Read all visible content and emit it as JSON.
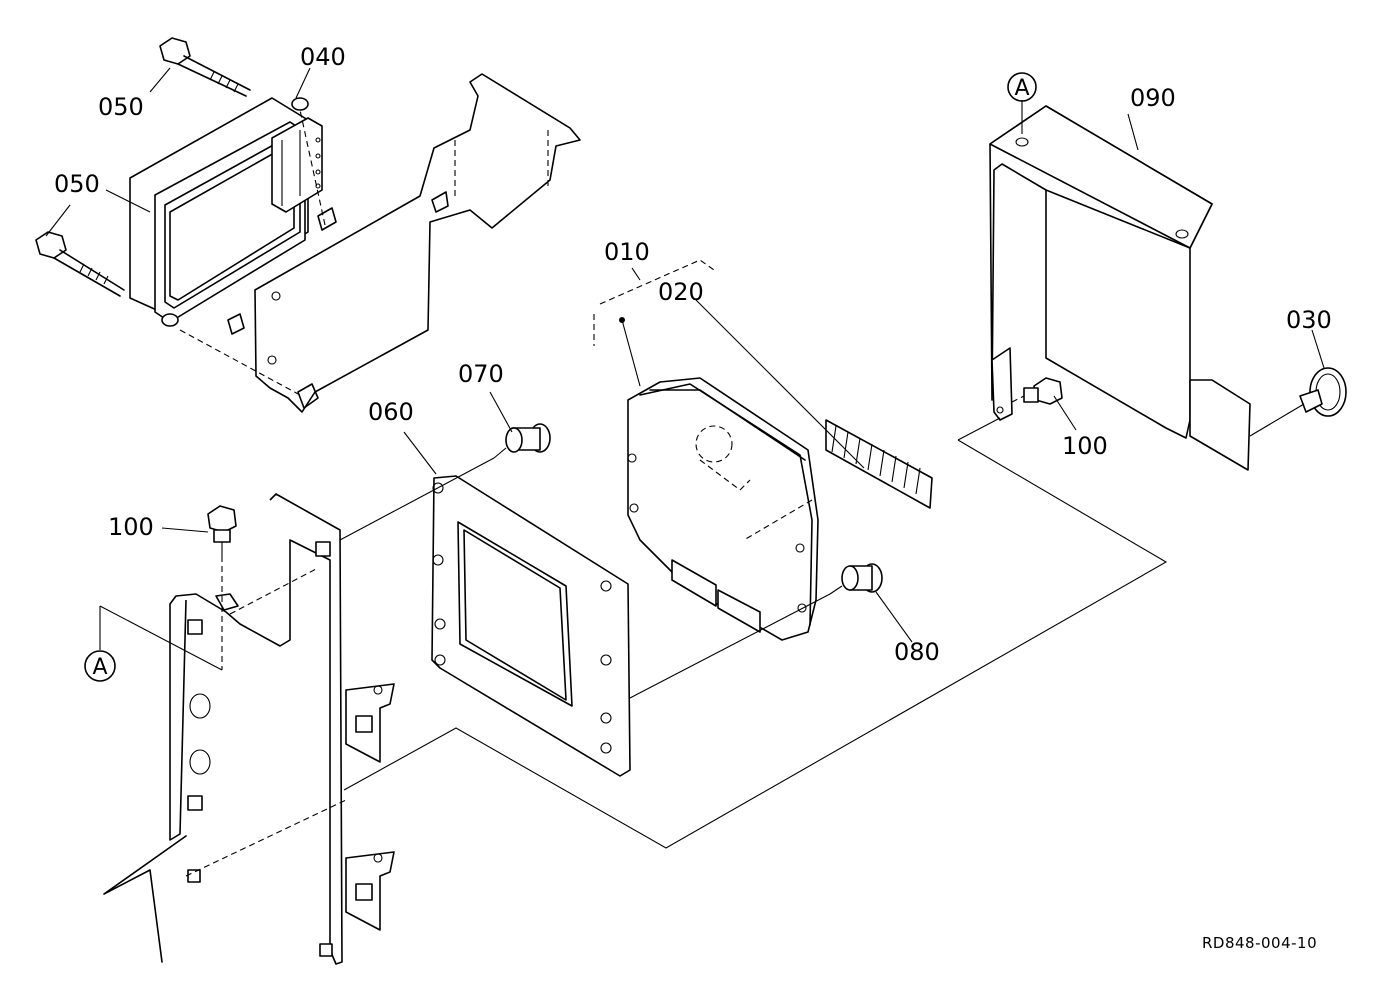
{
  "diagram": {
    "type": "exploded-parts-diagram",
    "document_id": "RD848-004-10",
    "reference_marker": "A",
    "callouts": [
      {
        "id": "010",
        "label": "010"
      },
      {
        "id": "020",
        "label": "020"
      },
      {
        "id": "030",
        "label": "030"
      },
      {
        "id": "040",
        "label": "040"
      },
      {
        "id": "050a",
        "label": "050"
      },
      {
        "id": "050b",
        "label": "050"
      },
      {
        "id": "060",
        "label": "060"
      },
      {
        "id": "070",
        "label": "070"
      },
      {
        "id": "080",
        "label": "080"
      },
      {
        "id": "090",
        "label": "090"
      },
      {
        "id": "100a",
        "label": "100"
      },
      {
        "id": "100b",
        "label": "100"
      }
    ]
  }
}
